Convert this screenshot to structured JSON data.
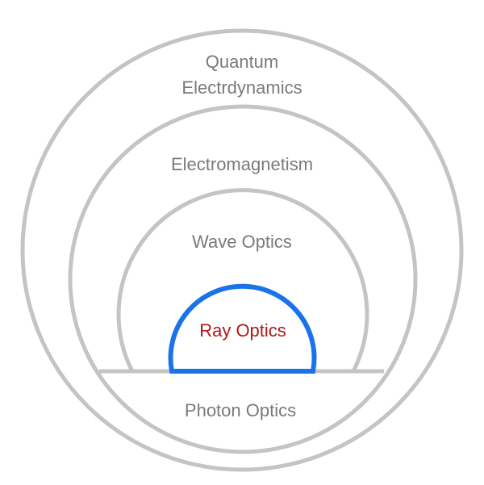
{
  "labels": {
    "qed_line1": "Quantum",
    "qed_line2": "Electrdynamics",
    "em": "Electromagnetism",
    "wave": "Wave Optics",
    "ray": "Ray Optics",
    "photon": "Photon Optics"
  },
  "colors": {
    "ring": "#c4c4c4",
    "ray_outline": "#1a73e8",
    "ray_text": "#b01818",
    "text": "#7a7a7a"
  }
}
